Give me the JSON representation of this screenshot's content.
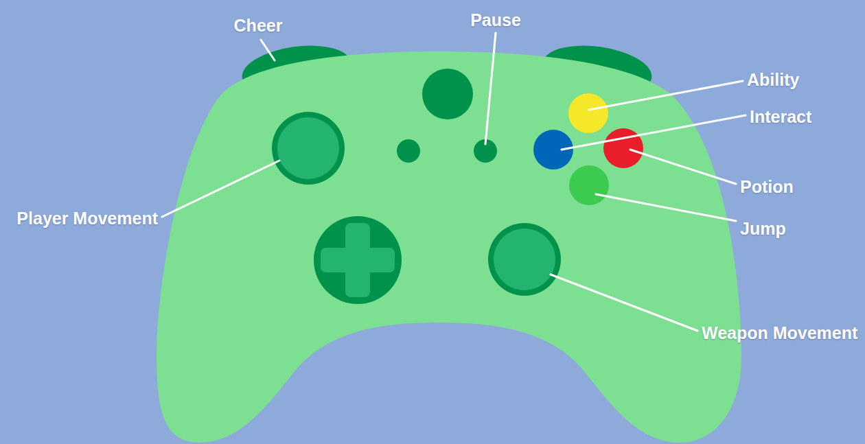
{
  "diagram": {
    "labels": [
      "Cheer",
      "Pause",
      "Ability",
      "Interact",
      "Player Movement",
      "Potion",
      "Jump",
      "Weapon Movement"
    ]
  }
}
